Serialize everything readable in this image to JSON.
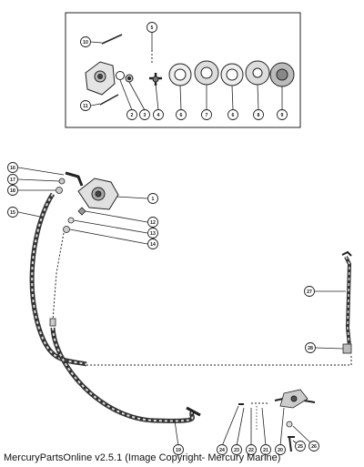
{
  "caption": "MercuryPartsOnline v2.5.1 (Image Copyright- Mercury Marine)",
  "callouts": {
    "c1": "1",
    "c2": "2",
    "c3": "3",
    "c4": "4",
    "c5": "5",
    "c6a": "6",
    "c6b": "6",
    "c7": "7",
    "c8": "8",
    "c9": "9",
    "c10": "10",
    "c11": "11",
    "c12": "12",
    "c13": "13",
    "c14": "14",
    "c15": "15",
    "c16": "16",
    "c17": "17",
    "c18": "18",
    "c19": "19",
    "c20": "20",
    "c21": "21",
    "c22": "22",
    "c23": "23",
    "c24": "24",
    "c25": "25",
    "c26": "26",
    "c27": "27",
    "c28": "28"
  }
}
